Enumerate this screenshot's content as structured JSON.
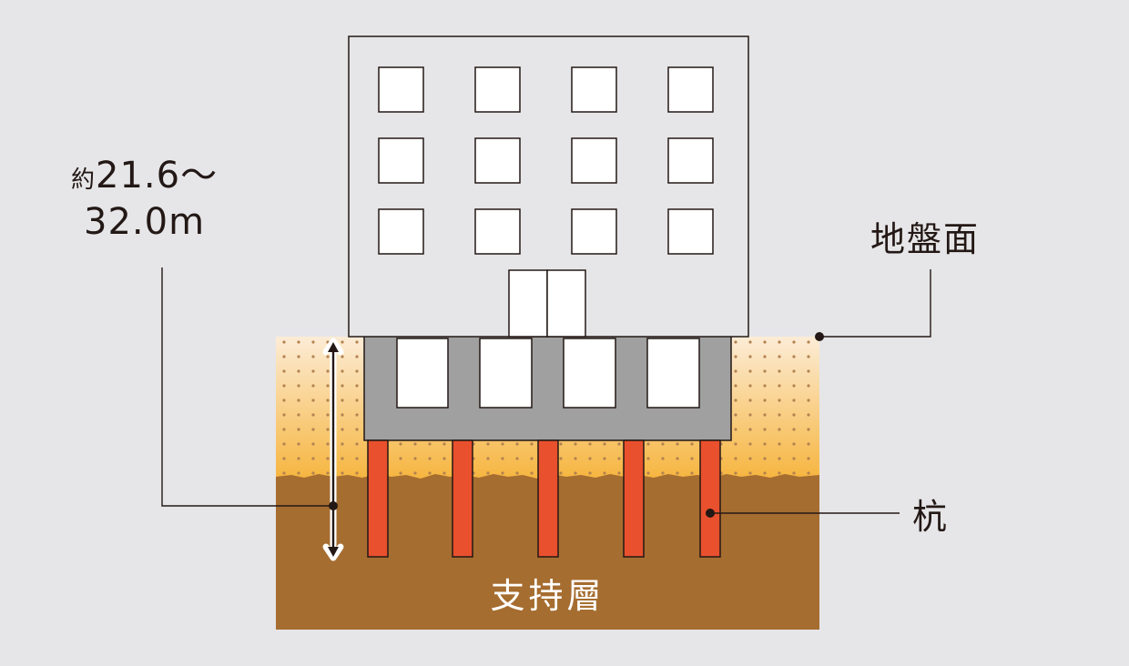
{
  "labels": {
    "depth_prefix": "約",
    "depth_line1": "21.6〜",
    "depth_line2": "32.0m",
    "ground_surface": "地盤面",
    "pile": "杭",
    "bearing_layer": "支持層"
  },
  "colors": {
    "background": "#e6e6e8",
    "building": "#e6e6e8",
    "basement": "#a0a0a0",
    "window": "#ffffff",
    "outline": "#231815",
    "soil_top": "#fcecd6",
    "soil_bottom": "#f6b43c",
    "soil_dots": "#b48250",
    "bearing_layer": "#a66d30",
    "pile": "#e9502d",
    "leader_line": "#231815"
  },
  "icons": {
    "depth_arrow": "double-headed-vertical-arrow-icon",
    "leader_dot": "filled-circle-icon"
  }
}
